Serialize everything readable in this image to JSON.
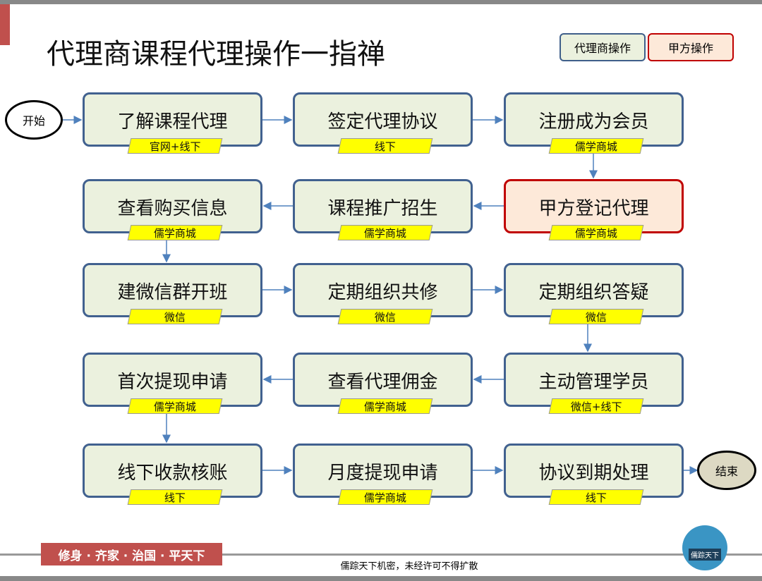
{
  "title": "代理商课程代理操作一指禅",
  "legend": {
    "agent": "代理商操作",
    "party": "甲方操作"
  },
  "start": "开始",
  "end": "结束",
  "steps": [
    {
      "label": "了解课程代理",
      "tag": "官网+线下"
    },
    {
      "label": "签定代理协议",
      "tag": "线下"
    },
    {
      "label": "注册成为会员",
      "tag": "儒学商城"
    },
    {
      "label": "查看购买信息",
      "tag": "儒学商城"
    },
    {
      "label": "课程推广招生",
      "tag": "儒学商城"
    },
    {
      "label": "甲方登记代理",
      "tag": "儒学商城"
    },
    {
      "label": "建微信群开班",
      "tag": "微信"
    },
    {
      "label": "定期组织共修",
      "tag": "微信"
    },
    {
      "label": "定期组织答疑",
      "tag": "微信"
    },
    {
      "label": "首次提现申请",
      "tag": "儒学商城"
    },
    {
      "label": "查看代理佣金",
      "tag": "儒学商城"
    },
    {
      "label": "主动管理学员",
      "tag": "微信+线下"
    },
    {
      "label": "线下收款核账",
      "tag": "线下"
    },
    {
      "label": "月度提现申请",
      "tag": "儒学商城"
    },
    {
      "label": "协议到期处理",
      "tag": "线下"
    }
  ],
  "footer": {
    "motto": "修身 · 齐家 · 治国 · 平天下",
    "confidential": "儒踪天下机密，未经许可不得扩散",
    "logo_text": "儒踪天下"
  }
}
